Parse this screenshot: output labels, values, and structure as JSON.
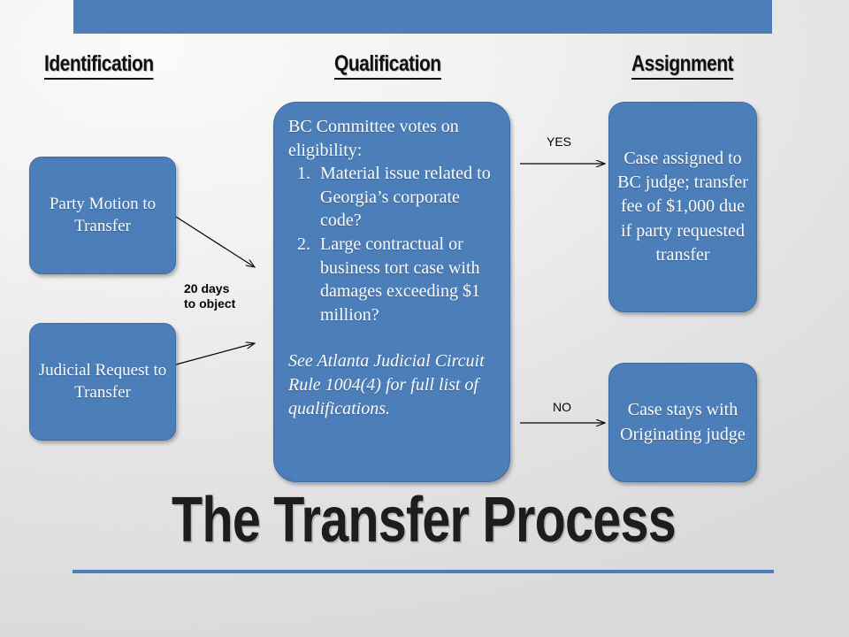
{
  "slide": {
    "title": "The Transfer Process",
    "accent_color": "#4a7ebb",
    "box_fill_color": "#4a7ebb",
    "box_text_color": "#ffffff",
    "heading_color": "#0d0d0d"
  },
  "columns": {
    "identification": "Identification",
    "qualification": "Qualification",
    "assignment": "Assignment"
  },
  "boxes": {
    "party_motion": "Party Motion to Transfer",
    "judicial_request": "Judicial Request to Transfer",
    "bc_committee": {
      "lead": "BC Committee votes on eligibility:",
      "items": [
        "Material issue related to Georgia’s corporate code?",
        "Large contractual or business tort case with damages exceeding $1 million?"
      ],
      "citation": "See Atlanta Judicial Circuit Rule 1004(4) for full list of qualifications."
    },
    "case_assigned": "Case assigned to BC judge; transfer fee of $1,000 due if party requested transfer",
    "case_stays": "Case stays with Originating judge"
  },
  "edges": {
    "days_to_object_line1": "20 days",
    "days_to_object_line2": "to object",
    "yes": "YES",
    "no": "NO"
  }
}
